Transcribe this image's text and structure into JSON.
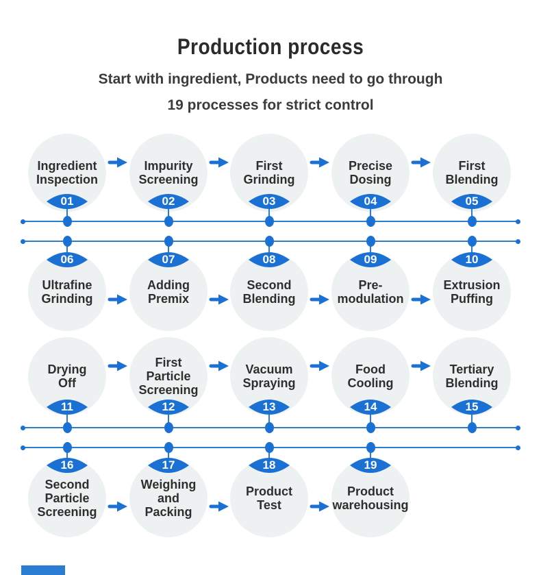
{
  "title": "Production process",
  "subtitle": {
    "line1": "Start with ingredient, Products need to go through",
    "line2": "19 processes for strict control"
  },
  "colors": {
    "accent_blue": "#1b70d3",
    "line_blue": "#2b7cd3",
    "circle_bg": "#eef1f2",
    "text_dark": "#2e2e2e",
    "number_text": "#ffffff"
  },
  "icons": {
    "step_badge": "lens-eye-shape",
    "flow_arrow": "right-arrow"
  },
  "rows": [
    {
      "badge_position": "bottom",
      "steps": [
        {
          "num": "01",
          "label_lines": [
            "Ingredient",
            "Inspection"
          ]
        },
        {
          "num": "02",
          "label_lines": [
            "Impurity",
            "Screening"
          ]
        },
        {
          "num": "03",
          "label_lines": [
            "First",
            "Grinding"
          ]
        },
        {
          "num": "04",
          "label_lines": [
            "Precise",
            "Dosing"
          ]
        },
        {
          "num": "05",
          "label_lines": [
            "First",
            "Blending"
          ]
        }
      ]
    },
    {
      "badge_position": "top",
      "steps": [
        {
          "num": "06",
          "label_lines": [
            "Ultrafine",
            "Grinding"
          ]
        },
        {
          "num": "07",
          "label_lines": [
            "Adding",
            "Premix"
          ]
        },
        {
          "num": "08",
          "label_lines": [
            "Second",
            "Blending"
          ]
        },
        {
          "num": "09",
          "label_lines": [
            "Pre-",
            "modulation"
          ]
        },
        {
          "num": "10",
          "label_lines": [
            "Extrusion",
            "Puffing"
          ]
        }
      ]
    },
    {
      "badge_position": "bottom",
      "steps": [
        {
          "num": "11",
          "label_lines": [
            "Drying",
            "Off"
          ]
        },
        {
          "num": "12",
          "label_lines": [
            "First",
            "Particle",
            "Screening"
          ]
        },
        {
          "num": "13",
          "label_lines": [
            "Vacuum",
            "Spraying"
          ]
        },
        {
          "num": "14",
          "label_lines": [
            "Food",
            "Cooling"
          ]
        },
        {
          "num": "15",
          "label_lines": [
            "Tertiary",
            "Blending"
          ]
        }
      ]
    },
    {
      "badge_position": "top",
      "steps": [
        {
          "num": "16",
          "label_lines": [
            "Second",
            "Particle",
            "Screening"
          ]
        },
        {
          "num": "17",
          "label_lines": [
            "Weighing",
            "and",
            "Packing"
          ]
        },
        {
          "num": "18",
          "label_lines": [
            "Product",
            "Test"
          ]
        },
        {
          "num": "19",
          "label_lines": [
            "Product",
            "warehousing"
          ]
        }
      ]
    }
  ]
}
